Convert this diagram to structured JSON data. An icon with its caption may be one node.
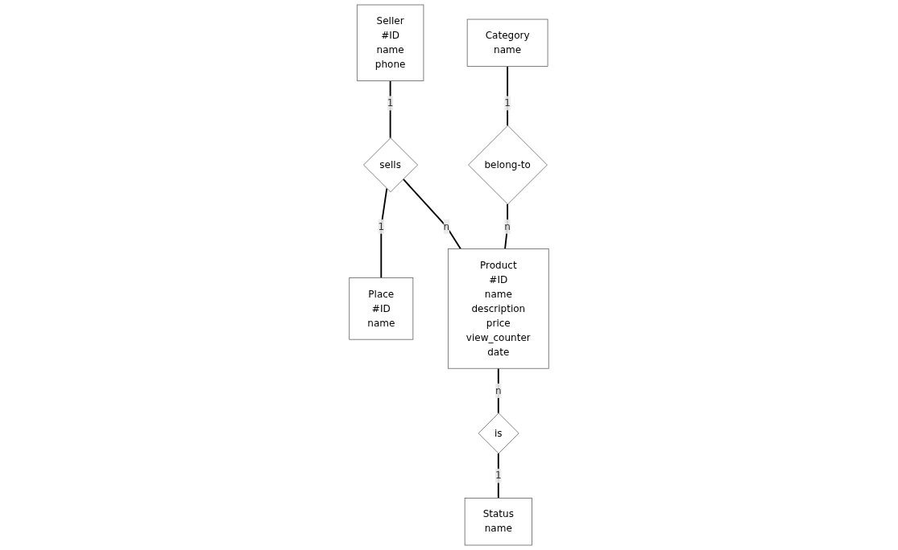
{
  "diagram": {
    "nodes": [
      {
        "text": [
          "Seller",
          "#ID",
          "name",
          "phone"
        ]
      },
      {
        "text": [
          "sells"
        ]
      },
      {
        "text": [
          "Place",
          "#ID",
          "name"
        ]
      },
      {
        "text": [
          "Product",
          "#ID",
          "name",
          "description",
          "price",
          "view_counter",
          "date"
        ]
      },
      {
        "text": [
          "Category",
          "name"
        ]
      },
      {
        "text": [
          "belong-to"
        ]
      },
      {
        "text": [
          "is"
        ]
      },
      {
        "text": [
          "Status",
          "name"
        ]
      }
    ],
    "edges": [
      {
        "from": 0,
        "to": 1,
        "arrow": "none",
        "label": "1"
      },
      {
        "from": 1,
        "to": 2,
        "arrow": "none",
        "label": "1"
      },
      {
        "from": 1,
        "to": 3,
        "arrow": "none",
        "label": "n"
      },
      {
        "from": 4,
        "to": 5,
        "arrow": "none",
        "label": "1"
      },
      {
        "from": 5,
        "to": 3,
        "arrow": "none",
        "label": "n"
      },
      {
        "from": 3,
        "to": 6,
        "arrow": "none",
        "label": "n"
      },
      {
        "from": 6,
        "to": 7,
        "arrow": "none",
        "label": "1"
      }
    ]
  }
}
